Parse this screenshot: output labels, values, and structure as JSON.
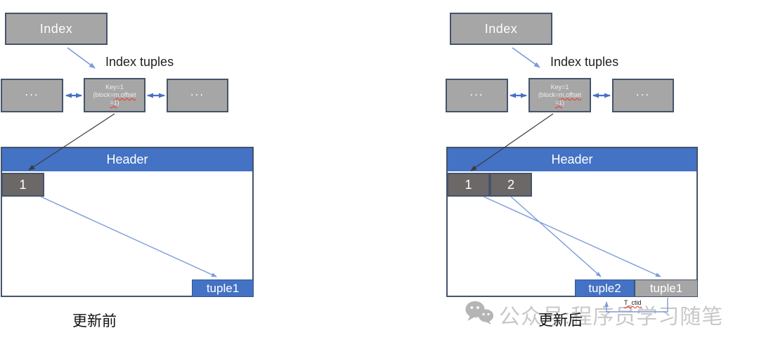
{
  "colors": {
    "accent_blue": "#4472C4",
    "tuple_blue_border": "#2F5597",
    "box_gray": "#A6A6A6",
    "box_border": "#44546A",
    "lp_gray": "#6C6868",
    "thin_blue": "#7C9BD9",
    "arrow_black": "#3B3B3B",
    "spell_red": "#FF2A1A",
    "text_dark": "#1F1F1F",
    "watermark_gray": "#C8C8C8",
    "watermark_icon": "#B5B5B5"
  },
  "panels": [
    {
      "index_label": "Index",
      "index_tuples_label": "Index tuples",
      "dots": "...",
      "key": {
        "line1": "Key=1",
        "line2_prefix": "(block=",
        "line2_marked": "m.offset",
        "line3_marked": "=1",
        "line3_suffix": ")"
      },
      "header_label": "Header",
      "line_pointers": [
        "1"
      ],
      "tuples": [
        "tuple1"
      ],
      "caption": "更新前"
    },
    {
      "index_label": "Index",
      "index_tuples_label": "Index tuples",
      "dots": "...",
      "key": {
        "line1": "Key=1",
        "line2_prefix": "(block=",
        "line2_marked": "m.offset",
        "line3_marked": "=1",
        "line3_suffix": ")"
      },
      "header_label": "Header",
      "line_pointers": [
        "1",
        "2"
      ],
      "tuples": [
        "tuple2",
        "tuple1"
      ],
      "tctid_label": "T_ctid",
      "caption": "更新后"
    }
  ],
  "watermark": {
    "icon": "wechat-icon",
    "text": "公众号:程序员学习随笔"
  }
}
